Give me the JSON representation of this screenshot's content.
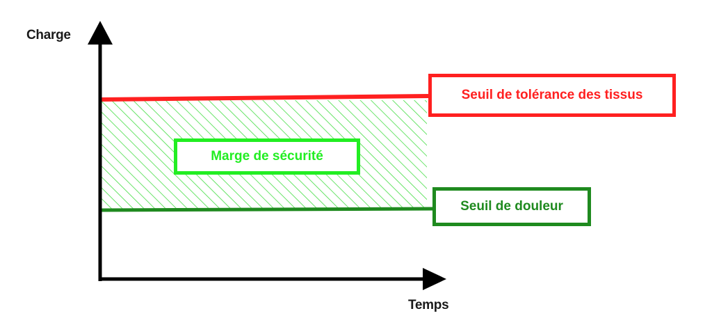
{
  "diagram": {
    "y_axis_label": "Charge",
    "x_axis_label": "Temps",
    "tolerance_label": "Seuil de tolérance des tissus",
    "pain_label": "Seuil de douleur",
    "margin_label": "Marge de sécurité"
  },
  "colors": {
    "axis": "#000000",
    "tolerance": "#ff2020",
    "pain": "#1f8a1f",
    "margin": "#22ee22",
    "hatch": "#44dd44"
  }
}
